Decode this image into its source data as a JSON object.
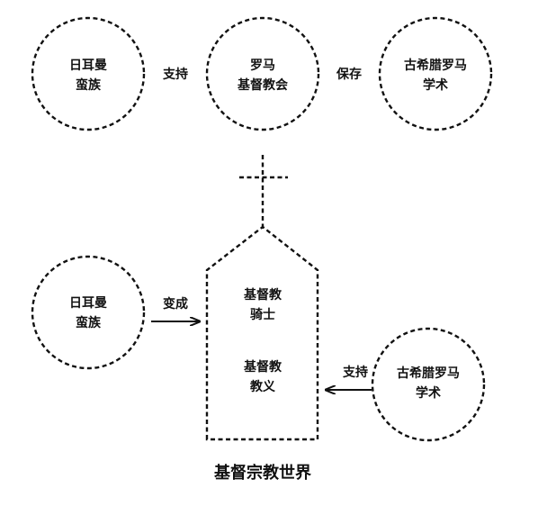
{
  "top_row": {
    "left_circle": {
      "line1": "日耳曼",
      "line2": "蛮族"
    },
    "middle_circle": {
      "line1": "罗马",
      "line2": "基督教会"
    },
    "right_circle": {
      "line1": "古希腊罗马",
      "line2": "学术"
    },
    "left_edge_label": "支持",
    "right_edge_label": "保存"
  },
  "bottom_row": {
    "left_circle": {
      "line1": "日耳曼",
      "line2": "蛮族"
    },
    "right_circle": {
      "line1": "古希腊罗马",
      "line2": "学术"
    },
    "left_edge_label": "变成",
    "right_edge_label": "支持"
  },
  "church": {
    "block1": {
      "line1": "基督教",
      "line2": "骑士"
    },
    "block2": {
      "line1": "基督教",
      "line2": "教义"
    }
  },
  "caption": "基督宗教世界",
  "colors": {
    "ink": "#111111",
    "background": "#ffffff"
  }
}
